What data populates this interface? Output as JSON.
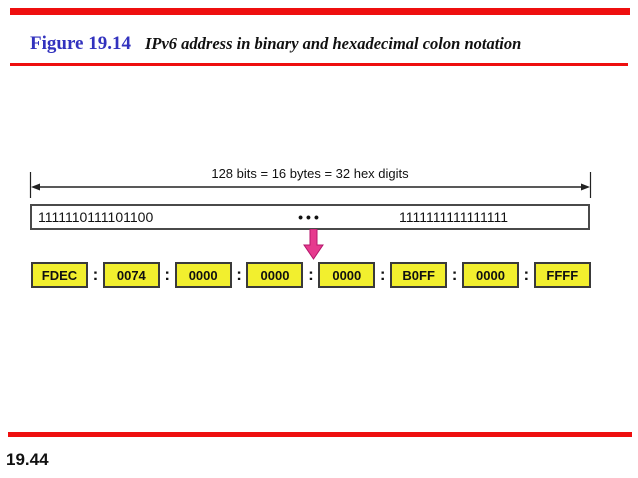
{
  "header": {
    "figure_label": "Figure 19.14",
    "figure_title": "IPv6 address in binary and hexadecimal colon notation"
  },
  "diagram": {
    "span_label": "128 bits = 16 bytes = 32 hex digits",
    "binary_left": "1111110111101100",
    "binary_ellipsis": "•••",
    "binary_right": "1111111111111111",
    "hex_groups": [
      "FDEC",
      "0074",
      "0000",
      "0000",
      "0000",
      "B0FF",
      "0000",
      "FFFF"
    ],
    "colon": ":"
  },
  "footer": {
    "page_number": "19.44"
  },
  "colors": {
    "accent_red": "#ee0f0f",
    "title_blue": "#3232be",
    "hex_box_yellow": "#f2ef2e",
    "arrow_pink": "#e63a8e"
  }
}
